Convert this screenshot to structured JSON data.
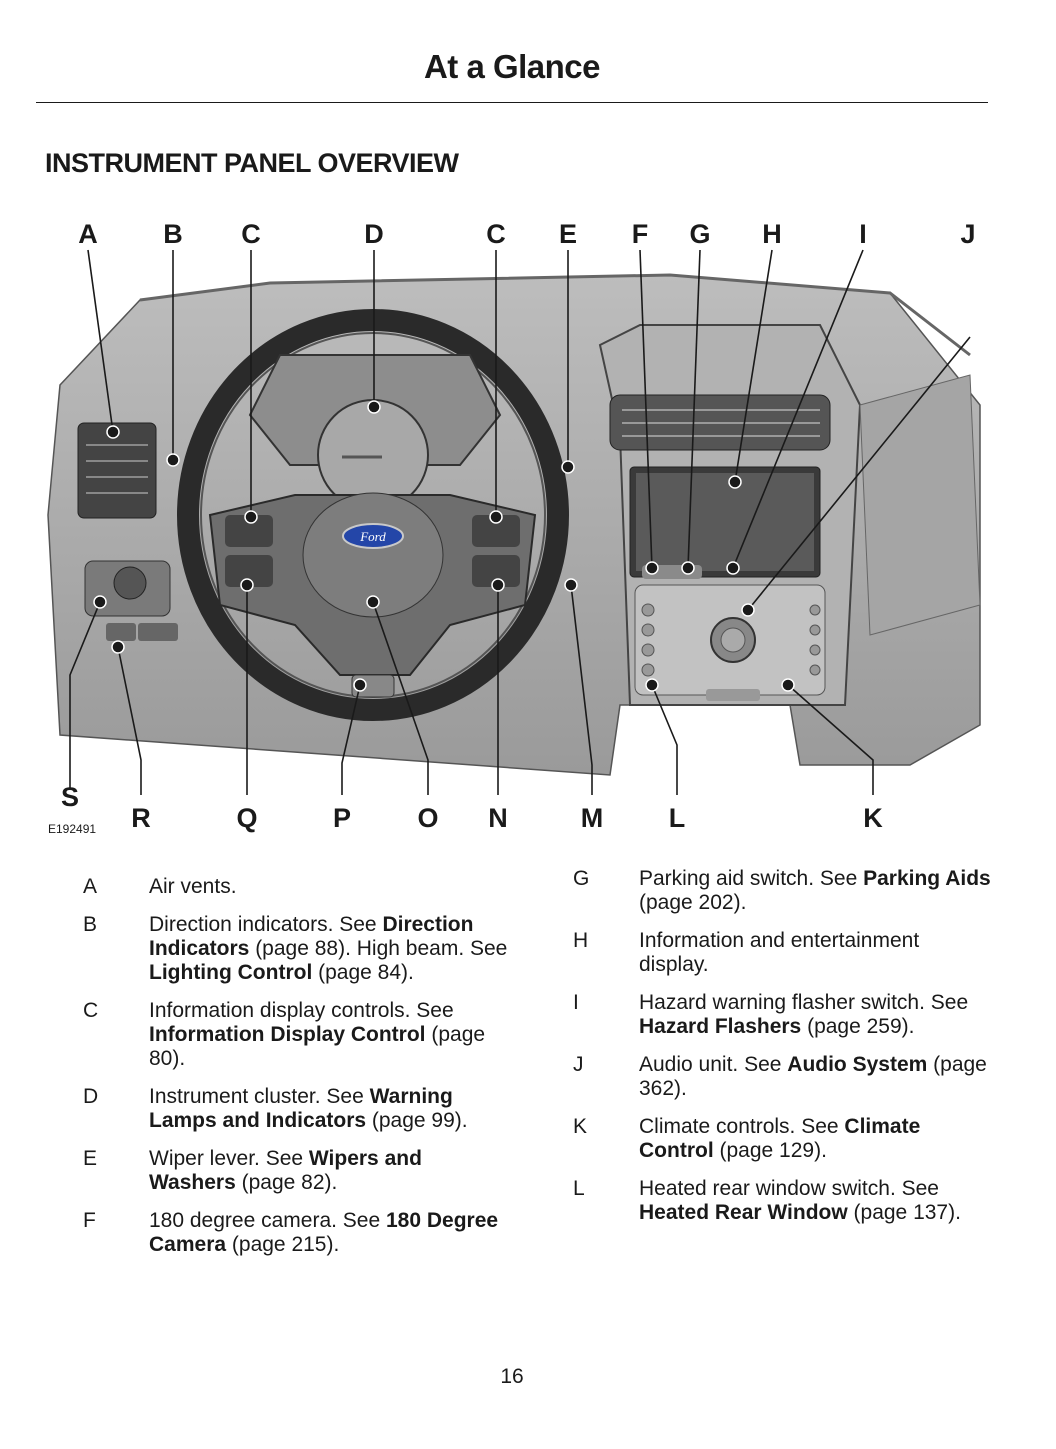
{
  "header": {
    "title": "At a Glance"
  },
  "section": {
    "title": "INSTRUMENT PANEL OVERVIEW"
  },
  "figure": {
    "id": "E192491",
    "top_callouts": [
      "A",
      "B",
      "C",
      "D",
      "C",
      "E",
      "F",
      "G",
      "H",
      "I",
      "J"
    ],
    "bottom_callouts": [
      "S",
      "R",
      "Q",
      "P",
      "O",
      "N",
      "M",
      "L",
      "K"
    ],
    "steering_badge": "Ford"
  },
  "legend_left": [
    {
      "key": "A",
      "parts": [
        {
          "t": "Air vents."
        }
      ]
    },
    {
      "key": "B",
      "parts": [
        {
          "t": "Direction indicators.  See "
        },
        {
          "t": "Direction Indicators",
          "b": true
        },
        {
          "t": " (page 88). High beam.  See "
        },
        {
          "t": "Lighting Control",
          "b": true
        },
        {
          "t": " (page 84)."
        }
      ]
    },
    {
      "key": "C",
      "parts": [
        {
          "t": "Information display controls. See "
        },
        {
          "t": "Information Display Control",
          "b": true
        },
        {
          "t": " (page 80)."
        }
      ]
    },
    {
      "key": "D",
      "parts": [
        {
          "t": "Instrument cluster. See "
        },
        {
          "t": "Warning Lamps and Indicators",
          "b": true
        },
        {
          "t": " (page 99)."
        }
      ]
    },
    {
      "key": "E",
      "parts": [
        {
          "t": "Wiper lever.  See "
        },
        {
          "t": "Wipers and Washers",
          "b": true
        },
        {
          "t": " (page 82)."
        }
      ]
    },
    {
      "key": "F",
      "parts": [
        {
          "t": "180 degree camera.  See "
        },
        {
          "t": "180 Degree Camera",
          "b": true
        },
        {
          "t": " (page 215)."
        }
      ]
    }
  ],
  "legend_right": [
    {
      "key": "G",
      "parts": [
        {
          "t": "Parking aid switch.  See "
        },
        {
          "t": "Parking Aids",
          "b": true
        },
        {
          "t": " (page 202)."
        }
      ]
    },
    {
      "key": "H",
      "parts": [
        {
          "t": "Information and entertainment display."
        }
      ]
    },
    {
      "key": "I",
      "parts": [
        {
          "t": "Hazard warning flasher switch. See "
        },
        {
          "t": "Hazard Flashers",
          "b": true
        },
        {
          "t": " (page 259)."
        }
      ]
    },
    {
      "key": "J",
      "parts": [
        {
          "t": "Audio unit. See "
        },
        {
          "t": "Audio System",
          "b": true
        },
        {
          "t": " (page 362)."
        }
      ]
    },
    {
      "key": "K",
      "parts": [
        {
          "t": "Climate controls.  See "
        },
        {
          "t": "Climate Control",
          "b": true
        },
        {
          "t": " (page 129)."
        }
      ]
    },
    {
      "key": "L",
      "parts": [
        {
          "t": "Heated rear window switch.  See "
        },
        {
          "t": "Heated Rear Window",
          "b": true
        },
        {
          "t": " (page 137)."
        }
      ]
    }
  ],
  "footer": {
    "page_number": "16"
  }
}
